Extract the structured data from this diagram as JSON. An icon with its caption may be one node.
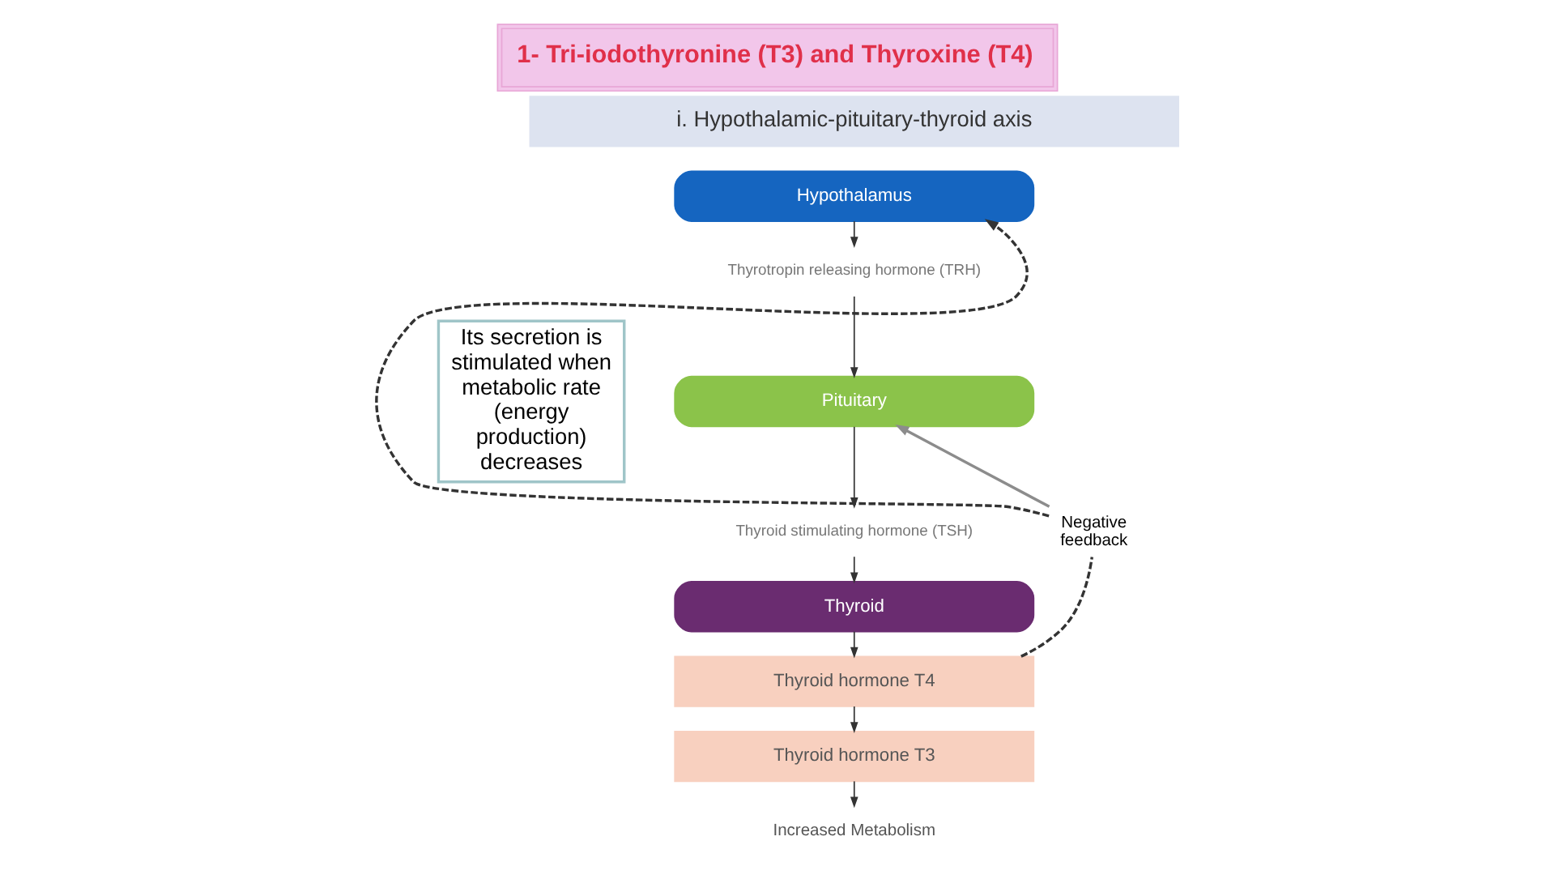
{
  "diagram": {
    "title": "1- Tri-iodothyronine (T3) and Thyroxine (T4)",
    "nodes": [
      {
        "text": [
          "i. Hypothalamic-pituitary-thyroid axis"
        ]
      },
      {
        "text": [
          "Its secretion is stimulated when metabolic rate (energy production) decreases"
        ]
      },
      {
        "text": [
          "Hypothalamus"
        ]
      },
      {
        "text": [
          "Thyrotropin releasing hormone (TRH)"
        ]
      },
      {
        "text": [
          "Pituitary"
        ]
      },
      {
        "text": [
          "Thyroid stimulating hormone (TSH)"
        ]
      },
      {
        "text": [
          "Thyroid"
        ]
      },
      {
        "text": [
          "Thyroid hormone T4"
        ]
      },
      {
        "text": [
          "Thyroid hormone T3"
        ]
      },
      {
        "text": [
          "Increased Metabolism"
        ]
      },
      {
        "text": [
          "Negative feedback"
        ]
      }
    ],
    "edges": [
      {
        "from": 2,
        "to": 3,
        "arrow": "to"
      },
      {
        "from": 3,
        "to": 4,
        "arrow": "to"
      },
      {
        "from": 4,
        "to": 5,
        "arrow": "to"
      },
      {
        "from": 5,
        "to": 6,
        "arrow": "to"
      },
      {
        "from": 6,
        "to": 7,
        "arrow": "to"
      },
      {
        "from": 7,
        "to": 8,
        "arrow": "to"
      },
      {
        "from": 8,
        "to": 9,
        "arrow": "to"
      },
      {
        "from": 10,
        "to": 2,
        "arrow": "to",
        "style": "dashed"
      },
      {
        "from": 10,
        "to": 4,
        "arrow": "to",
        "color": "#8c8c8c"
      },
      {
        "from": 7,
        "to": 10,
        "arrow": "none",
        "style": "dashed"
      }
    ]
  }
}
